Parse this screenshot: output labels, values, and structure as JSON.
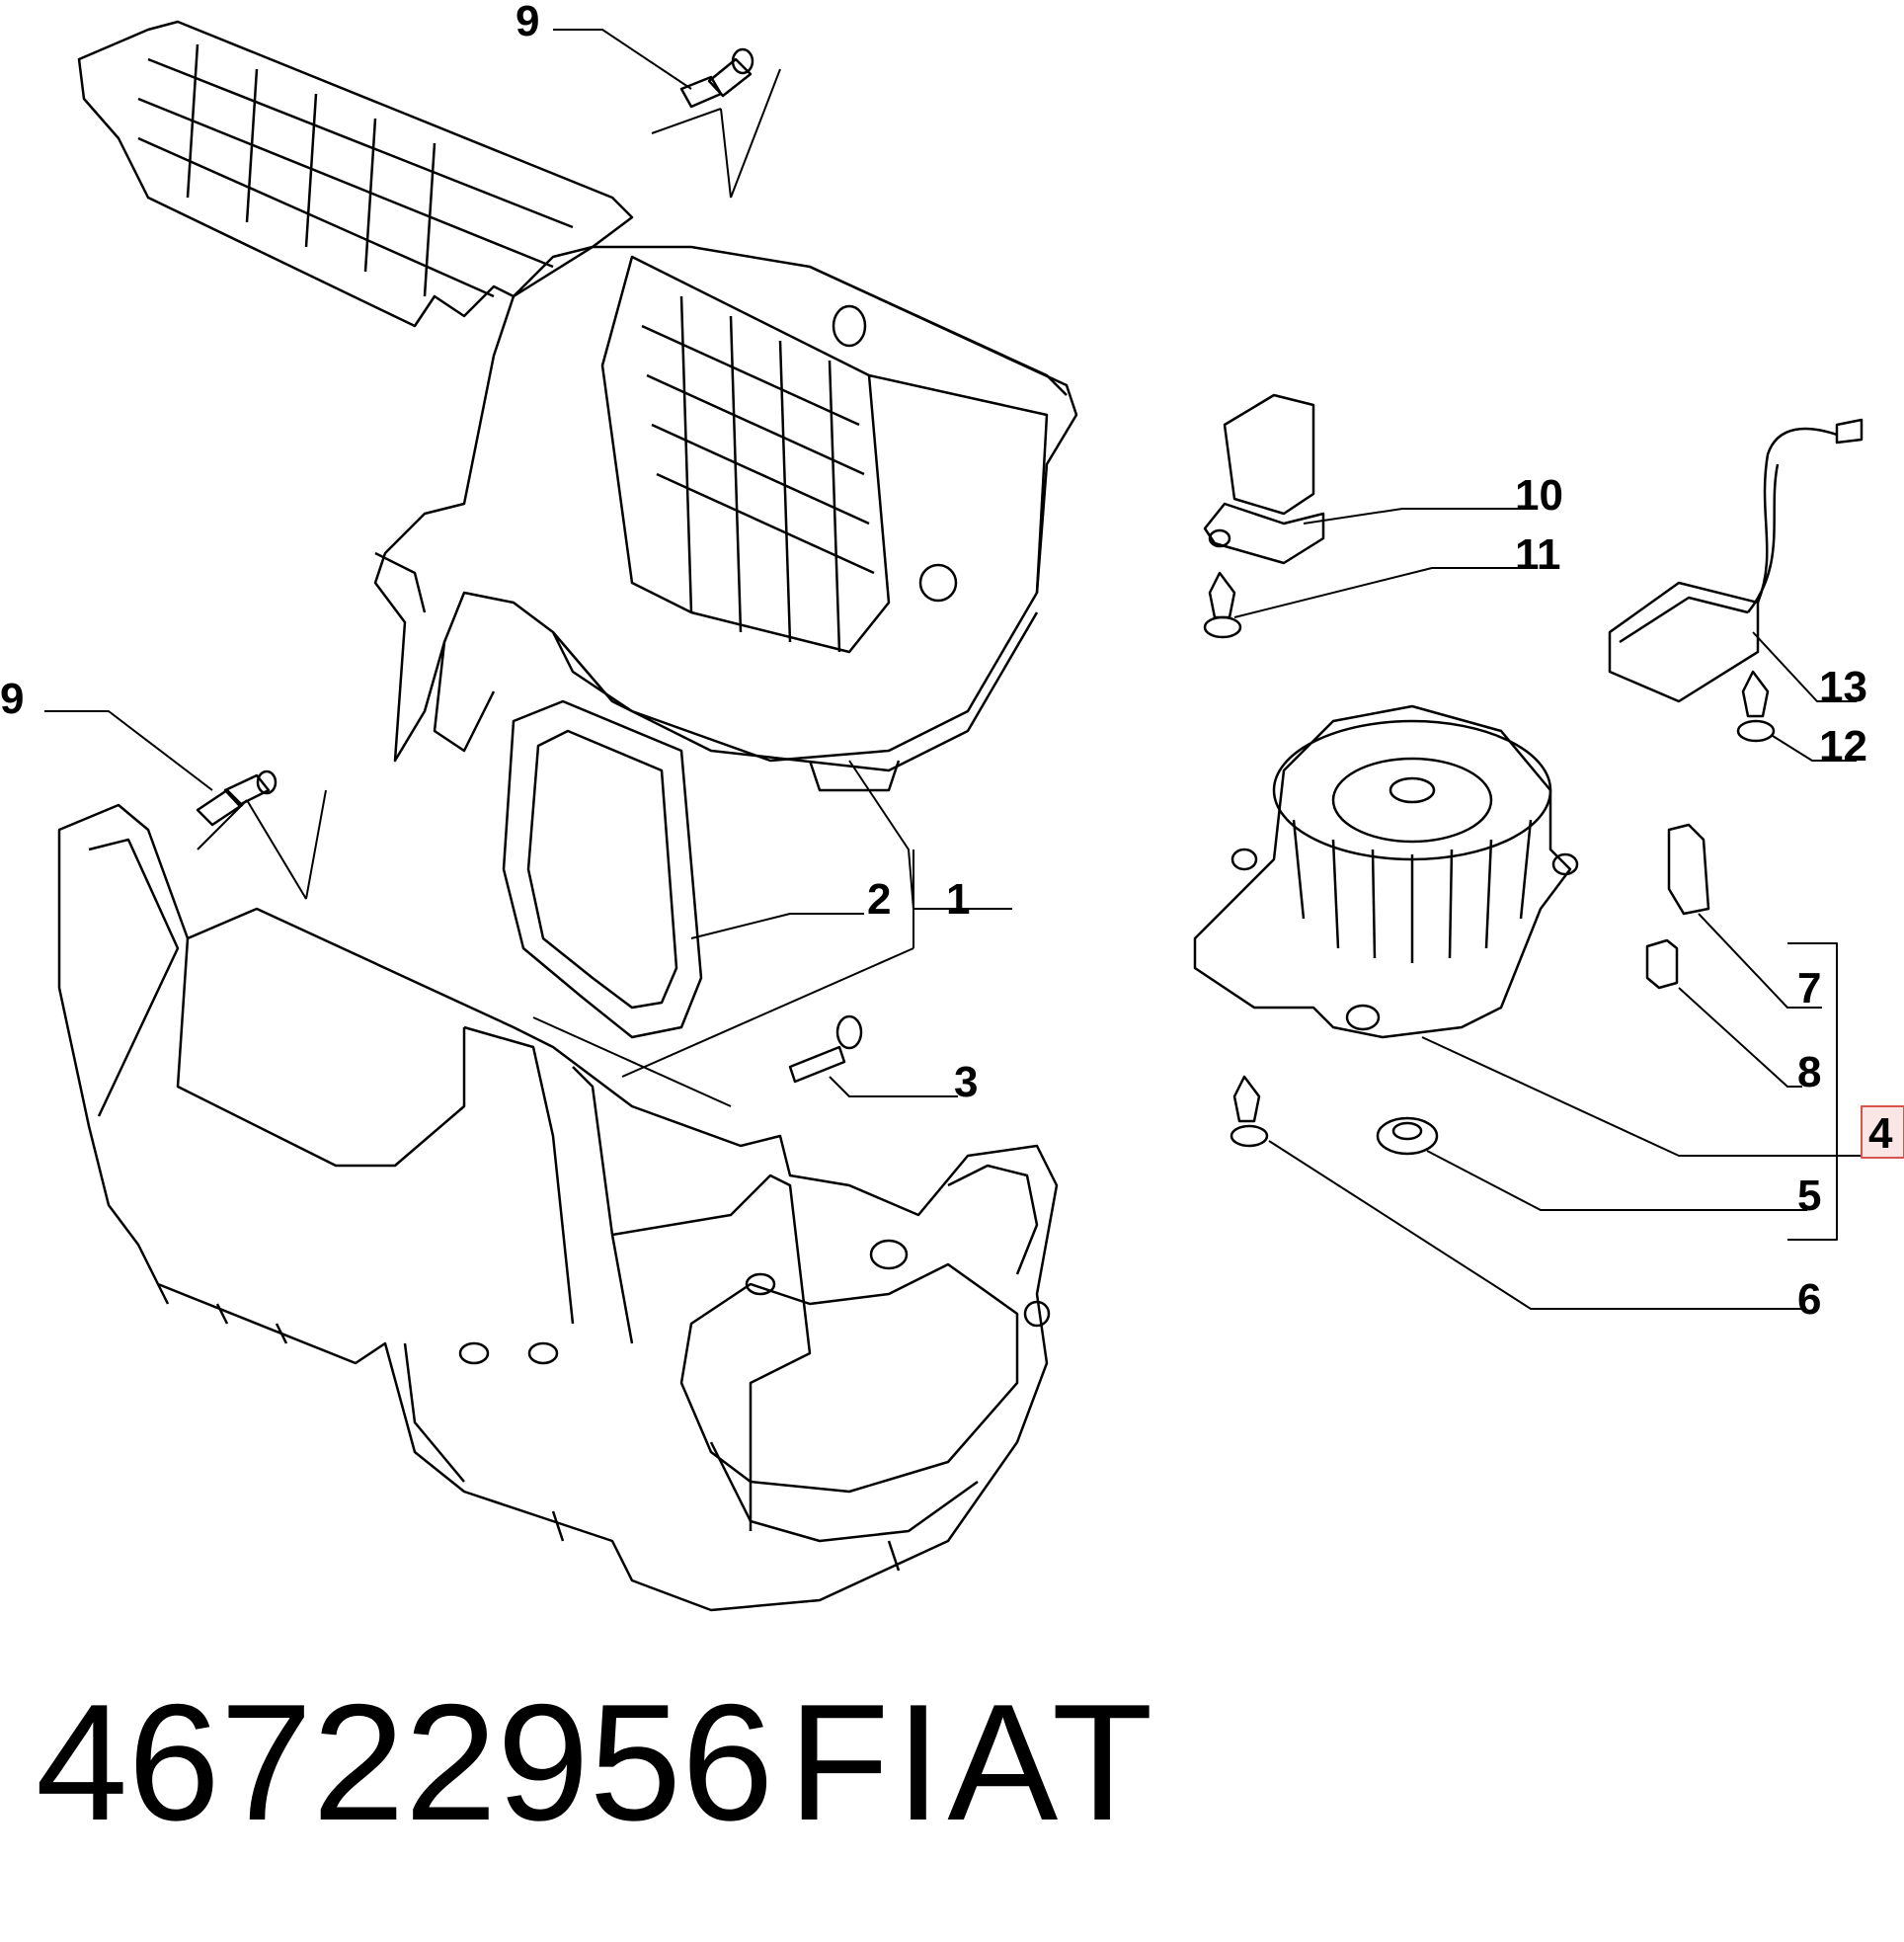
{
  "callouts": {
    "c1": "1",
    "c2": "2",
    "c3": "3",
    "c4": "4",
    "c5": "5",
    "c6": "6",
    "c7": "7",
    "c8": "8",
    "c9a": "9",
    "c9b": "9",
    "c10": "10",
    "c11": "11",
    "c12": "12",
    "c13": "13"
  },
  "footer": {
    "part_number": "46722956",
    "brand": "FIAT"
  },
  "colors": {
    "line": "#000000",
    "highlight_box": "#d9534f",
    "highlight_fill": "#fbe6e6"
  }
}
